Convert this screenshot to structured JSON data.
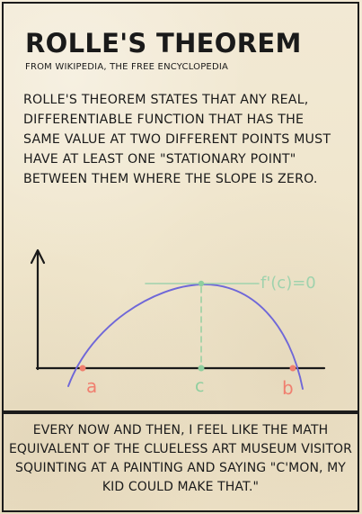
{
  "title": "ROLLE'S THEOREM",
  "subtitle": "FROM WIKIPEDIA, THE FREE ENCYCLOPEDIA",
  "body_text": "ROLLE'S THEOREM STATES THAT ANY REAL, DIFFERENTIABLE FUNCTION THAT HAS THE SAME VALUE AT TWO DIFFERENT POINTS MUST HAVE AT LEAST ONE \"STATIONARY POINT\" BETWEEN THEM WHERE THE SLOPE IS ZERO.",
  "graph_labels": {
    "derivative": "f'(c)=0",
    "a": "a",
    "c": "c",
    "b": "b"
  },
  "caption": "EVERY NOW AND THEN, I FEEL LIKE THE MATH EQUIVALENT OF THE CLUELESS ART MUSEUM VISITOR SQUINTING AT A PAINTING AND SAYING \"C'MON, MY KID COULD MAKE THAT.\"",
  "colors": {
    "background": "#efe6cf",
    "ink": "#1a1a1a",
    "curve": "#6f67d8",
    "tangent": "#9fd2ad",
    "highlight": "#f07f6f",
    "point_c": "#8fcf9f"
  }
}
